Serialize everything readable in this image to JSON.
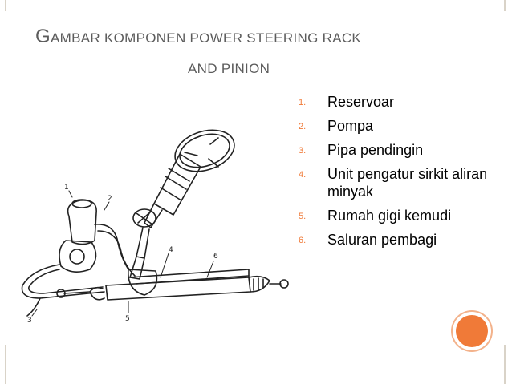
{
  "slide": {
    "title_line1_initial": "G",
    "title_line1_rest": "AMBAR KOMPONEN POWER STEERING RACK",
    "title_line2": "AND PINION",
    "items": [
      {
        "number": "1.",
        "text": "Reservoar"
      },
      {
        "number": "2.",
        "text": "Pompa"
      },
      {
        "number": "3.",
        "text": "Pipa pendingin"
      },
      {
        "number": "4.",
        "text": "Unit pengatur sirkit aliran minyak"
      },
      {
        "number": "5.",
        "text": "Rumah gigi kemudi"
      },
      {
        "number": "6.",
        "text": "Saluran pembagi"
      }
    ],
    "diagram_callouts": [
      "1",
      "2",
      "3",
      "4",
      "5",
      "6"
    ],
    "colors": {
      "accent": "#f07a38",
      "title": "#5c5c5c",
      "frame": "#d9d3c8"
    }
  }
}
